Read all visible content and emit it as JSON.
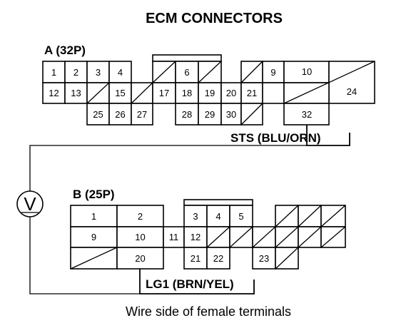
{
  "title": "ECM CONNECTORS",
  "connector_a": {
    "label": "A (32P)",
    "probe_label": "STS (BLU/ORN)",
    "pins": {
      "p1": "1",
      "p2": "2",
      "p3": "3",
      "p4": "4",
      "p6": "6",
      "p9": "9",
      "p10": "10",
      "p12": "12",
      "p13": "13",
      "p15": "15",
      "p17": "17",
      "p18": "18",
      "p19": "19",
      "p20": "20",
      "p21": "21",
      "p24": "24",
      "p25": "25",
      "p26": "26",
      "p27": "27",
      "p28": "28",
      "p29": "29",
      "p30": "30",
      "p32": "32"
    }
  },
  "connector_b": {
    "label": "B (25P)",
    "probe_label": "LG1 (BRN/YEL)",
    "pins": {
      "p1": "1",
      "p2": "2",
      "p3": "3",
      "p4": "4",
      "p5": "5",
      "p9": "9",
      "p10": "10",
      "p11": "11",
      "p12": "12",
      "p20": "20",
      "p21": "21",
      "p22": "22",
      "p23": "23"
    }
  },
  "meter_symbol": "V",
  "caption": "Wire side of female terminals"
}
